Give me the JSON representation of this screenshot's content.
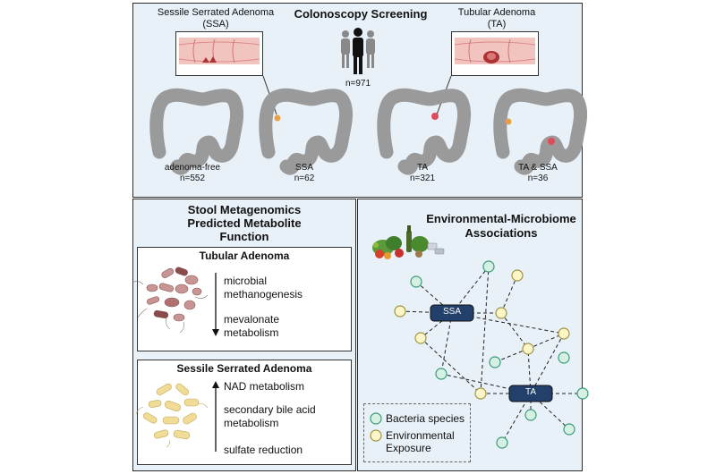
{
  "top": {
    "title": "Colonoscopy Screening",
    "ssa_label_line1": "Sessile Serrated Adenoma",
    "ssa_label_line2": "(SSA)",
    "ta_label_line1": "Tubular Adenoma",
    "ta_label_line2": "(TA)",
    "total": "n=971",
    "groups": [
      {
        "name": "adenoma-free",
        "n": "n=552"
      },
      {
        "name": "SSA",
        "n": "n=62"
      },
      {
        "name": "TA",
        "n": "n=321"
      },
      {
        "name": "TA & SSA",
        "n": "n=36"
      }
    ]
  },
  "left": {
    "title_line1": "Stool Metagenomics",
    "title_line2": "Predicted Metabolite",
    "title_line3": "Function",
    "ta_box": {
      "title": "Tubular Adenoma",
      "item1_line1": "microbial",
      "item1_line2": "methanogenesis",
      "item2_line1": "mevalonate",
      "item2_line2": "metabolism"
    },
    "ssa_box": {
      "title": "Sessile Serrated Adenoma",
      "item1": "NAD metabolism",
      "item2_line1": "secondary bile acid",
      "item2_line2": "metabolism",
      "item3": "sulfate reduction"
    }
  },
  "right": {
    "title_line1": "Environmental-Microbiome",
    "title_line2": "Associations",
    "node_ssa": "SSA",
    "node_ta": "TA",
    "legend": {
      "bacteria": "Bacteria species",
      "env_line1": "Environmental",
      "env_line2": "Exposure"
    }
  },
  "colors": {
    "panel_bg": "#e8f0f8",
    "bacteria": "#d6f0e4",
    "bacteria_stroke": "#3a9a78",
    "exposure": "#fbf5c8",
    "exposure_stroke": "#a09440",
    "hub": "#233f6b",
    "colon": "#9a9a9a",
    "ssa_lesion": "#e8a04a",
    "ta_lesion": "#e04a5a"
  },
  "icons": [
    "people-icon",
    "colon-icon",
    "lesion-icon",
    "bacteria-cluster-icon",
    "food-icon",
    "arrow-down-icon",
    "arrow-up-icon"
  ]
}
